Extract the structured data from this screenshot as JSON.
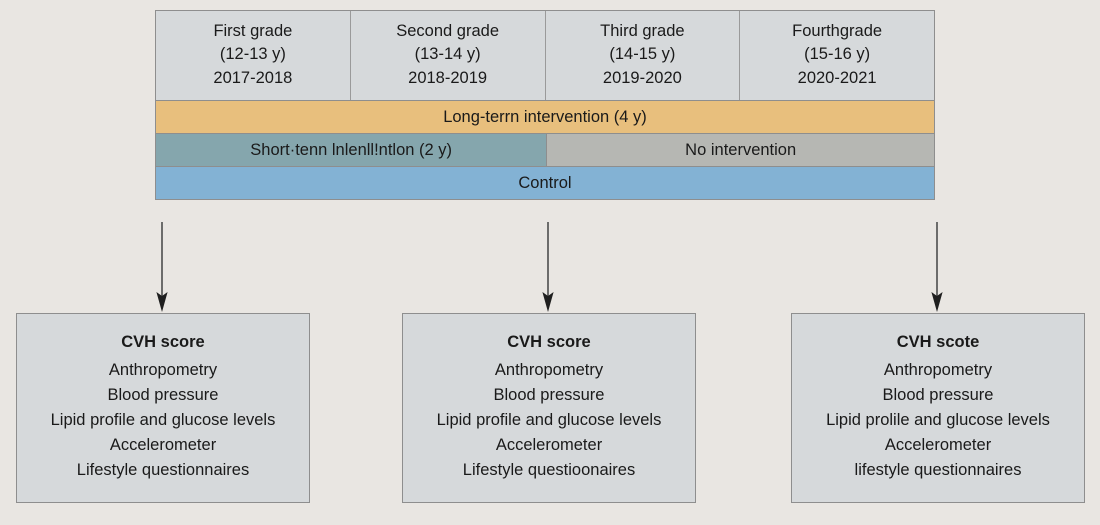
{
  "colors": {
    "background": "#e9e6e2",
    "box_fill": "#d6d9db",
    "box_border": "#8e8e8e",
    "long_term_bar": "#e8bf7d",
    "short_term_bar": "#85a6ad",
    "no_intervention_bar": "#b6b7b3",
    "control_bar": "#83b2d4",
    "arrow": "#4d4d4d"
  },
  "timeline": {
    "grades": [
      {
        "name": "First grade",
        "ages": "(12-13 y)",
        "years": "2017-2018"
      },
      {
        "name": "Second grade",
        "ages": "(13-14 y)",
        "years": "2018-2019"
      },
      {
        "name": "Third grade",
        "ages": "(14-15 y)",
        "years": "2019-2020"
      },
      {
        "name": "Fourthgrade",
        "ages": "(15-16 y)",
        "years": "2020-2021"
      }
    ],
    "bars": {
      "long_term": "Long-terrn intervention (4 y)",
      "short_term": "Short·tenn lnlenll!ntlon (2 y)",
      "no_intervention": "No intervention",
      "control": "Control"
    }
  },
  "outcomes": [
    {
      "title": "CVH score",
      "items": [
        "Anthropometry",
        "Blood pressure",
        "Lipid profile and glucose levels",
        "Accelerometer",
        "Lifestyle questionnaires"
      ]
    },
    {
      "title": "CVH score",
      "items": [
        "Anthropometry",
        "Blood pressure",
        "Lipid profile and glucose levels",
        "Accelerometer",
        "Lifestyle questioonaires"
      ]
    },
    {
      "title": "CVH scote",
      "items": [
        "Anthropometry",
        "Blood pressure",
        "Lipid prolile and glucose levels",
        "Accelerometer",
        "lifestyle questionnaires"
      ]
    }
  ]
}
